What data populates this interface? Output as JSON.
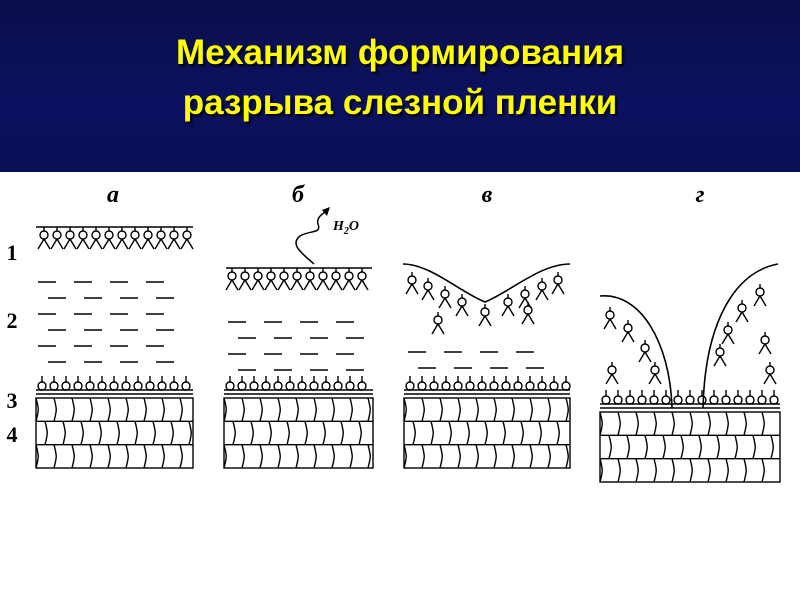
{
  "title": {
    "line1": "Механизм формирования",
    "line2": "разрыва слезной пленки"
  },
  "panels": [
    {
      "id": "a",
      "letter": "а"
    },
    {
      "id": "b",
      "letter": "б"
    },
    {
      "id": "v",
      "letter": "в"
    },
    {
      "id": "g",
      "letter": "г"
    }
  ],
  "layer_labels": [
    "1",
    "2",
    "3",
    "4"
  ],
  "annotation": {
    "h": "H",
    "sub": "2",
    "o": "O"
  },
  "colors": {
    "header_bg": "#0c1160",
    "title": "#ffff00",
    "ink": "#000000"
  }
}
